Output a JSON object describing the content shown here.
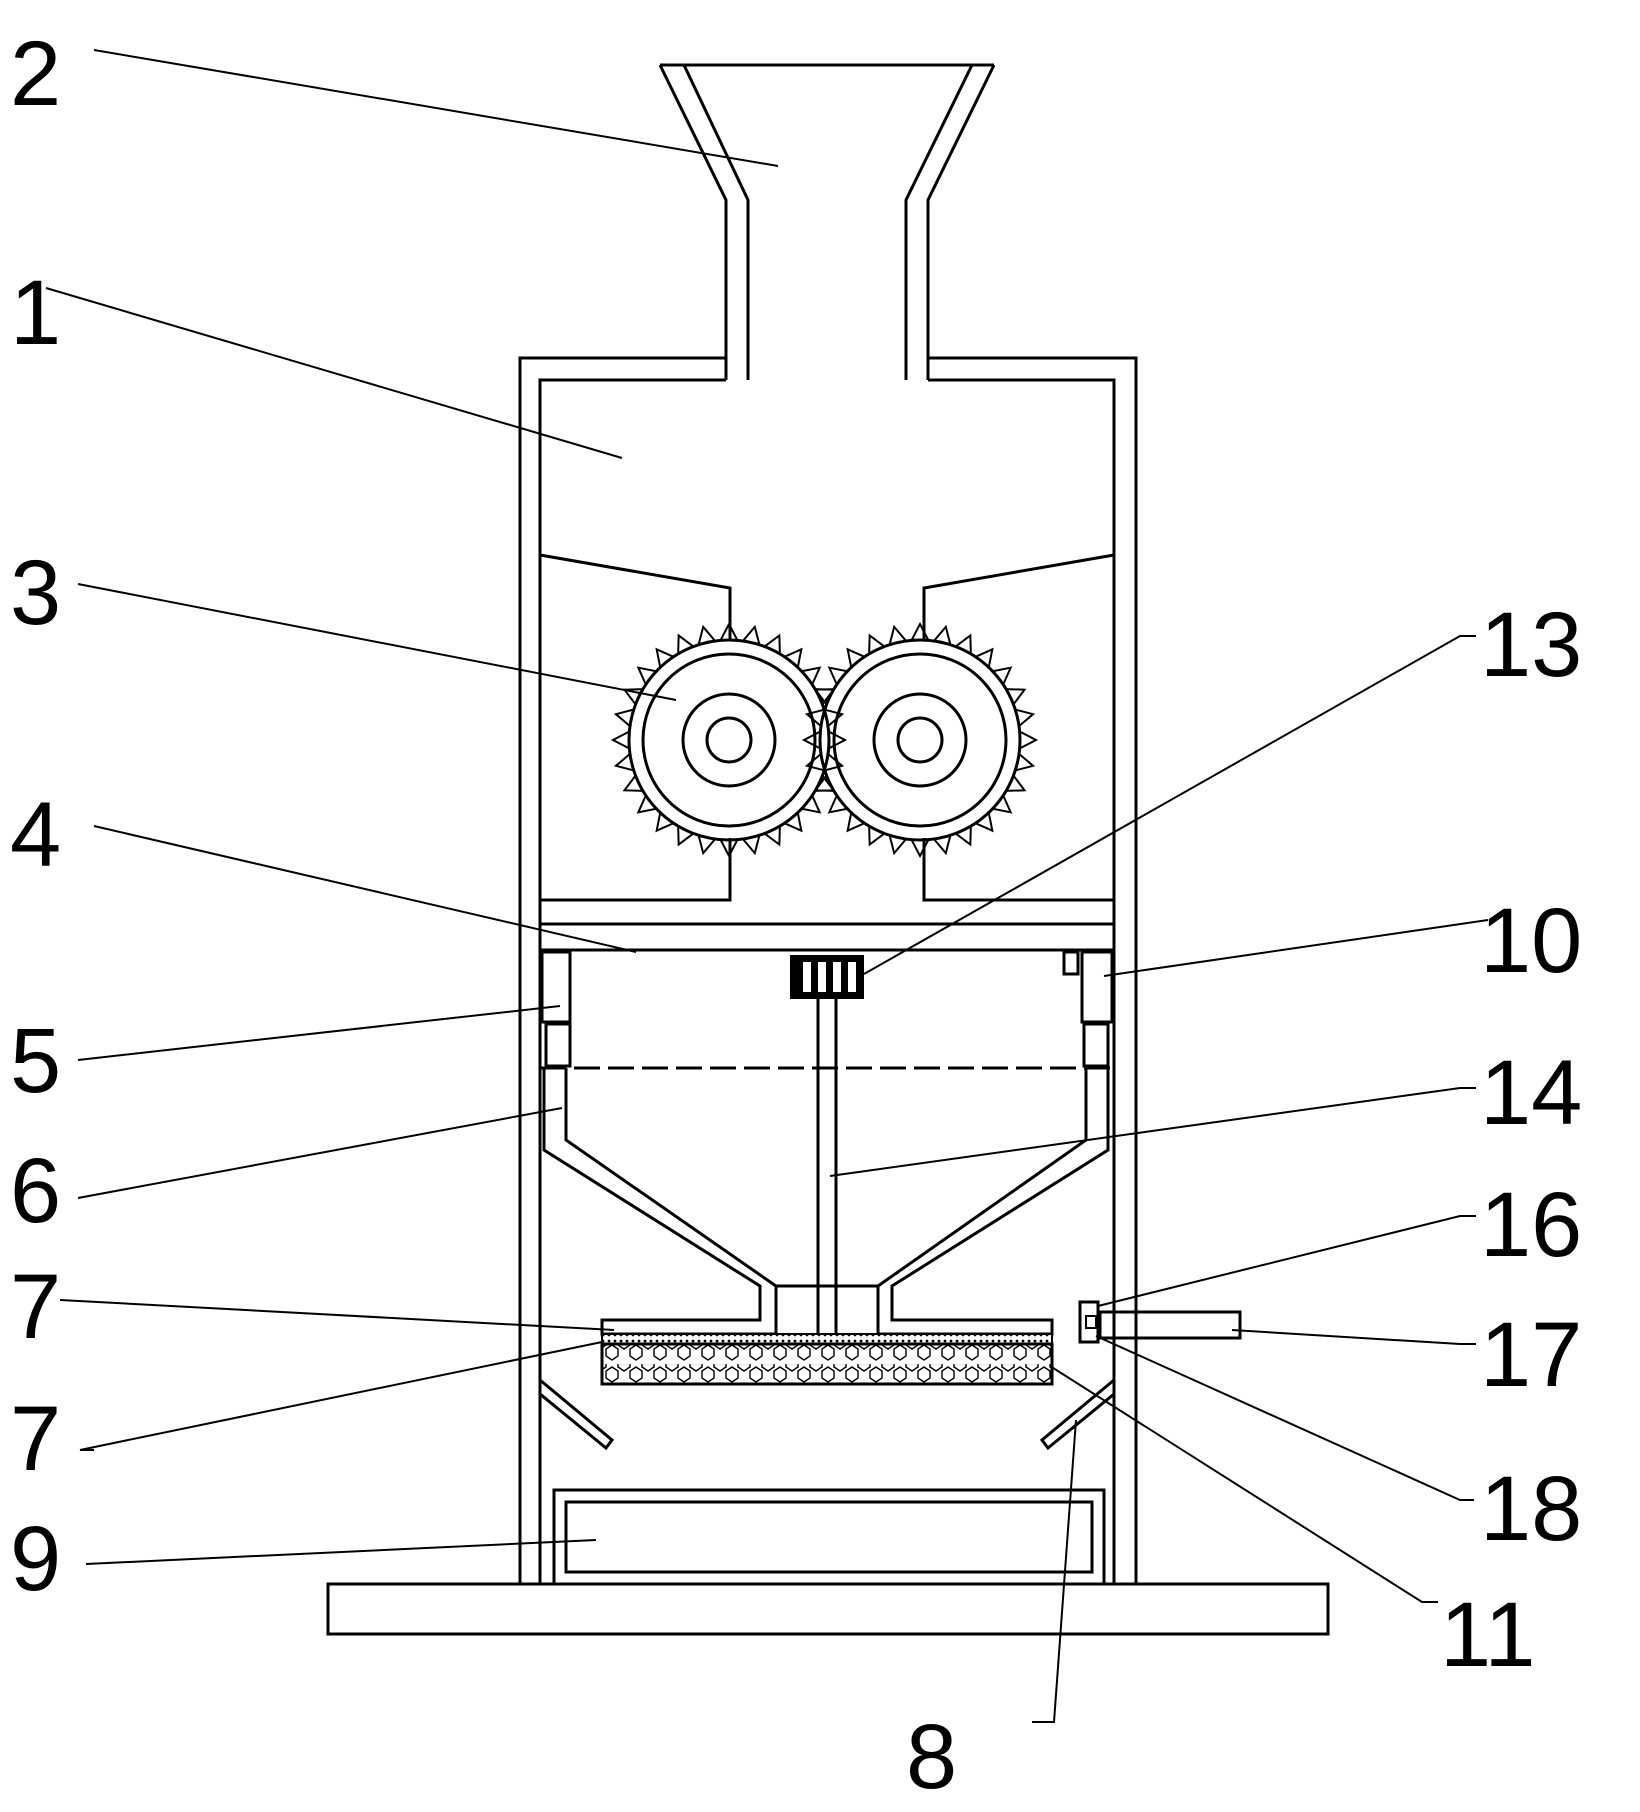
{
  "figure": {
    "background": "#ffffff",
    "stroke_color": "#000000",
    "labels": [
      {
        "id": "label-2",
        "text": "2"
      },
      {
        "id": "label-1",
        "text": "1"
      },
      {
        "id": "label-3",
        "text": "3"
      },
      {
        "id": "label-13",
        "text": "13"
      },
      {
        "id": "label-4",
        "text": "4"
      },
      {
        "id": "label-10",
        "text": "10"
      },
      {
        "id": "label-5",
        "text": "5"
      },
      {
        "id": "label-6",
        "text": "6"
      },
      {
        "id": "label-14",
        "text": "14"
      },
      {
        "id": "label-16",
        "text": "16"
      },
      {
        "id": "label-7a",
        "text": "7"
      },
      {
        "id": "label-17",
        "text": "17"
      },
      {
        "id": "label-7b",
        "text": "7"
      },
      {
        "id": "label-18",
        "text": "18"
      },
      {
        "id": "label-9",
        "text": "9"
      },
      {
        "id": "label-11",
        "text": "11"
      },
      {
        "id": "label-8",
        "text": "8"
      }
    ]
  }
}
